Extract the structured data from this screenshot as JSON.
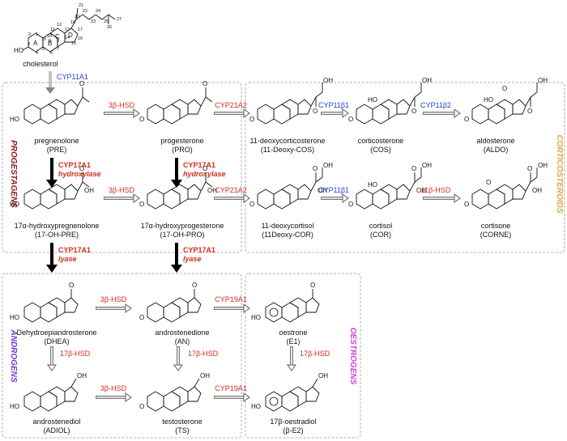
{
  "colors": {
    "red": "#d42c1e",
    "blue": "#2a3fd6",
    "orange": "#e9a33a",
    "purple": "#6a3fd1",
    "magenta": "#d63fe0",
    "darkred": "#8b1a1a",
    "box_border": "#999999"
  },
  "groups": {
    "progestagens": "PROGESTAGENS",
    "corticosteroids": "CORTICOSTEROIDS",
    "androgens": "ANDROGENS",
    "oestrogens": "OESTROGENS"
  },
  "compounds": {
    "cholesterol": {
      "name": "cholesterol",
      "abbr": ""
    },
    "pre": {
      "name": "pregnenolone",
      "abbr": "(PRE)"
    },
    "pro": {
      "name": "progesterone",
      "abbr": "(PRO)"
    },
    "deoxycos": {
      "name": "11-deoxycorticosterone",
      "abbr": "(11-Deoxy-COS)"
    },
    "cos": {
      "name": "corticosterone",
      "abbr": "(COS)"
    },
    "aldo": {
      "name": "aldosterone",
      "abbr": "(ALDO)"
    },
    "ohpre": {
      "name": "17α-hydroxypregnenolone",
      "abbr": "(17-OH-PRE)"
    },
    "ohpro": {
      "name": "17α-hydroxyprogesterone",
      "abbr": "(17-OH-PRO)"
    },
    "deoxycor": {
      "name": "11-deoxycortisol",
      "abbr": "(11Deoxy-COR)"
    },
    "cor": {
      "name": "cortisol",
      "abbr": "(COR)"
    },
    "corne": {
      "name": "cortisone",
      "abbr": "(CORNE)"
    },
    "dhea": {
      "name": "Dehydroepiandrosterone",
      "abbr": "(DHEA)"
    },
    "an": {
      "name": "androstenedione",
      "abbr": "(AN)"
    },
    "e1": {
      "name": "oestrone",
      "abbr": "(E1)"
    },
    "adiol": {
      "name": "androstenediol",
      "abbr": "(ADIOL)"
    },
    "ts": {
      "name": "testosterone",
      "abbr": "(TS)"
    },
    "e2": {
      "name": "17β-oestradiol",
      "abbr": "(β-E2)"
    }
  },
  "enzymes": {
    "cyp11a1": "CYP11A1",
    "hsd3b": "3β-HSD",
    "cyp21a2": "CYP21A2",
    "cyp11b1": "CYP11β1",
    "cyp11b2": "CYP11β2",
    "cyp17a1": "CYP17A1",
    "hydroxylase": "hydroxylase",
    "lyase": "lyase",
    "hsd11b": "11β-HSD",
    "cyp19a1": "CYP19A1",
    "hsd17b": "17β-HSD"
  },
  "atoms": {
    "O": "O",
    "HO": "HO",
    "OH": "OH",
    "H": "H",
    "ring_a": "A",
    "ring_b": "B",
    "ring_c": "C",
    "ring_d": "D"
  },
  "carbon_numbers": [
    "1",
    "2",
    "3",
    "4",
    "5",
    "6",
    "7",
    "8",
    "9",
    "10",
    "11",
    "12",
    "13",
    "14",
    "15",
    "16",
    "17",
    "18",
    "19",
    "20",
    "21",
    "22",
    "23",
    "24",
    "25",
    "26",
    "27"
  ]
}
